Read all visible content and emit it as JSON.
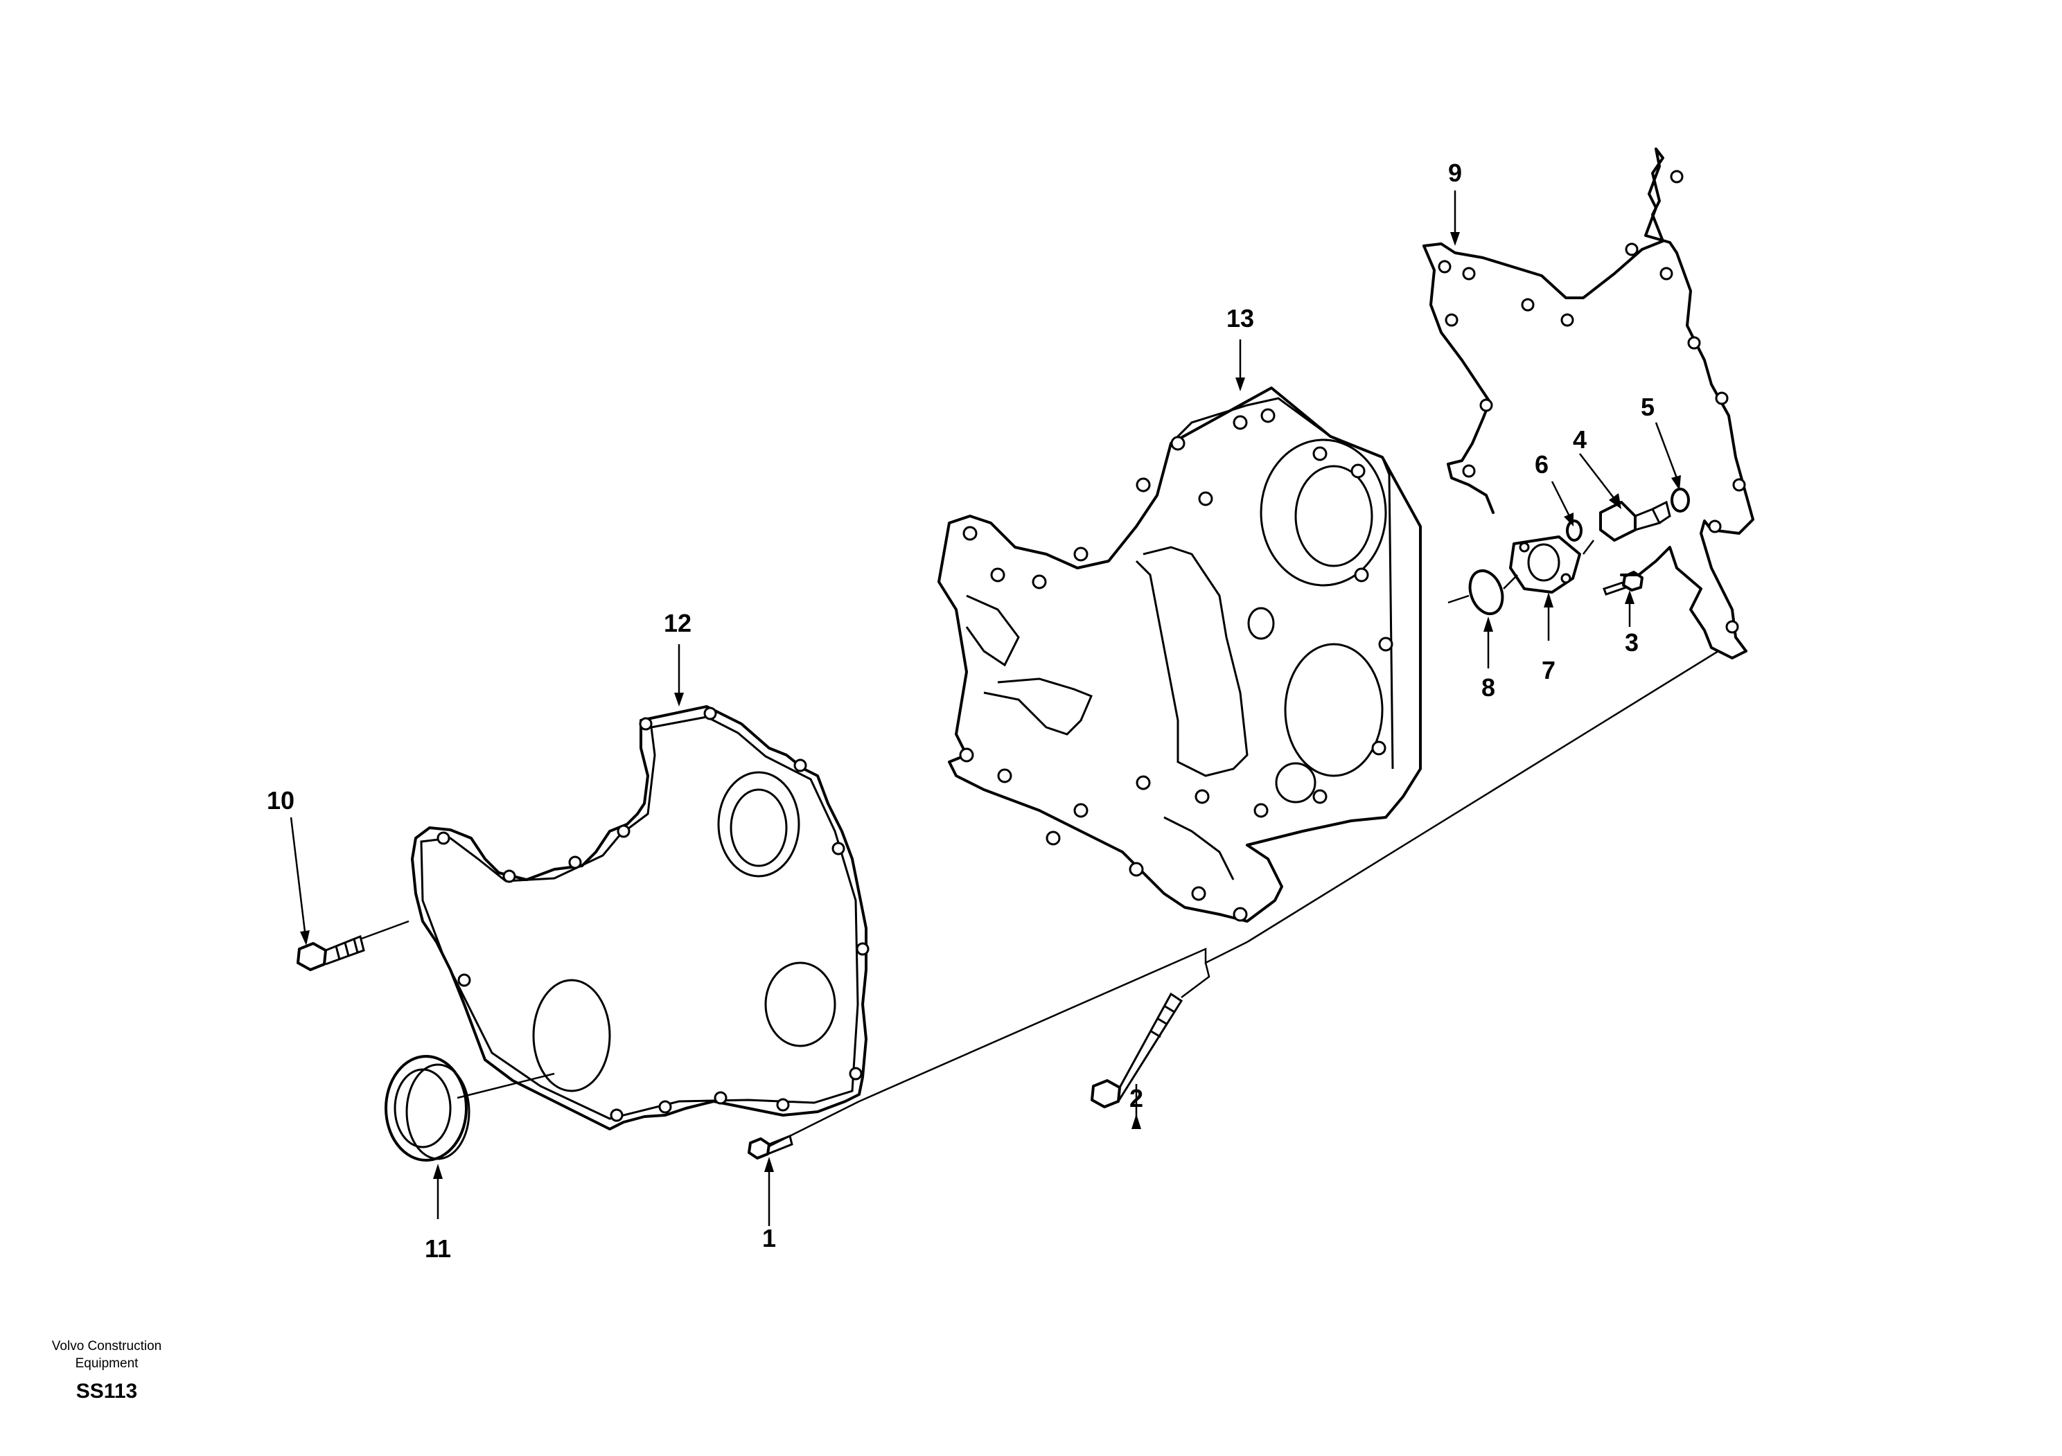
{
  "diagram": {
    "callouts": [
      "1",
      "2",
      "3",
      "4",
      "5",
      "6",
      "7",
      "8",
      "9",
      "10",
      "11",
      "12",
      "13"
    ]
  },
  "footer": {
    "brand_line1": "Volvo Construction",
    "brand_line2": "Equipment",
    "code": "SS113"
  }
}
